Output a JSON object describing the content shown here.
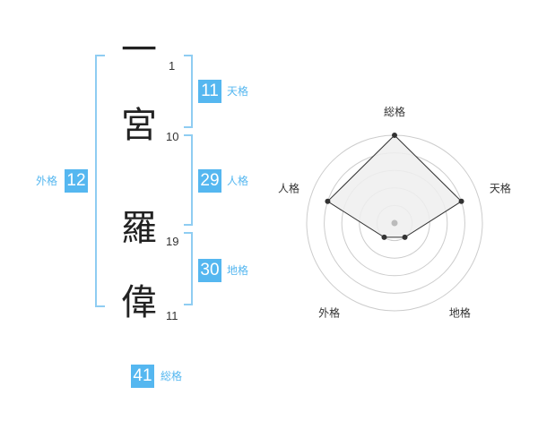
{
  "name": {
    "characters": [
      {
        "char": "一",
        "strokes": "1"
      },
      {
        "char": "宮",
        "strokes": "10"
      },
      {
        "char": "羅",
        "strokes": "19"
      },
      {
        "char": "偉",
        "strokes": "11"
      }
    ]
  },
  "fortune": {
    "tenkaku": {
      "value": "11",
      "label": "天格"
    },
    "jinkaku": {
      "value": "29",
      "label": "人格"
    },
    "chikaku": {
      "value": "30",
      "label": "地格"
    },
    "gaikaku": {
      "value": "12",
      "label": "外格"
    },
    "soukaku": {
      "value": "41",
      "label": "総格"
    }
  },
  "radar": {
    "axes": [
      "総格",
      "天格",
      "地格",
      "外格",
      "人格"
    ],
    "levels": [
      5,
      4,
      1,
      1,
      4
    ],
    "max_level": 5,
    "colors": {
      "fill": "#eeeeee",
      "line": "#333333",
      "grid": "#cccccc",
      "center": "#bbbbbb"
    }
  }
}
